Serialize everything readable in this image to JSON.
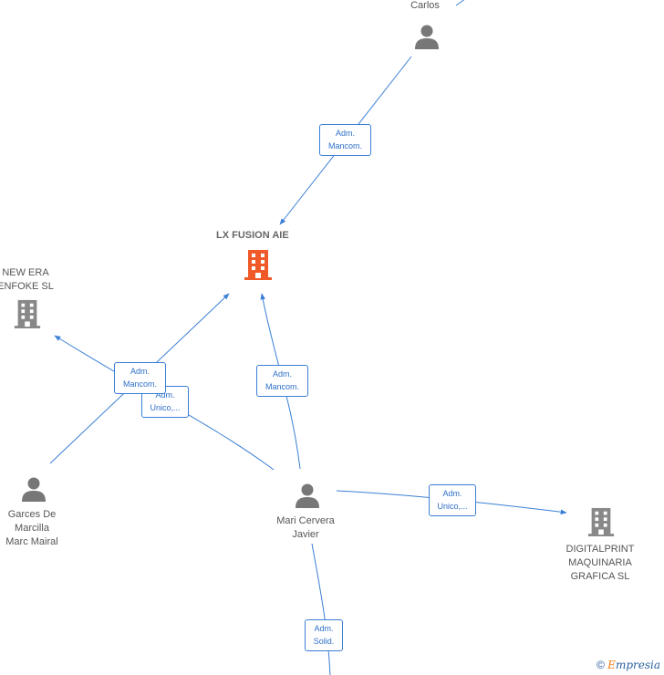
{
  "nodes": {
    "carlos": {
      "label": "Carlos"
    },
    "lx_fusion": {
      "label": "LX FUSION AIE"
    },
    "new_era": {
      "label_line1": "NEW ERA",
      "label_line2": "ENFOKE  SL"
    },
    "garces": {
      "label_line1": "Garces De",
      "label_line2": "Marcilla",
      "label_line3": "Marc Mairal"
    },
    "mari": {
      "label_line1": "Mari Cervera",
      "label_line2": "Javier"
    },
    "digitalprint": {
      "label_line1": "DIGITALPRINT",
      "label_line2": "MAQUINARIA",
      "label_line3": "GRAFICA  SL"
    }
  },
  "edges": {
    "carlos_lx": {
      "line1": "Adm.",
      "line2": "Mancom."
    },
    "garces_lx": {
      "line1": "Adm.",
      "line2": "Mancom."
    },
    "garces_newera": {
      "line1": "Adm.",
      "line2": "Unico,..."
    },
    "mari_lx": {
      "line1": "Adm.",
      "line2": "Mancom."
    },
    "mari_digital": {
      "line1": "Adm.",
      "line2": "Unico,..."
    },
    "mari_down": {
      "line1": "Adm.",
      "line2": "Solid."
    }
  },
  "colors": {
    "edge": "#3a7fd5",
    "person": "#777777",
    "company": "#888888",
    "focus": "#f05a28"
  },
  "footer": {
    "copyright": "©",
    "brand_first": "E",
    "brand_rest": "mpresia"
  }
}
